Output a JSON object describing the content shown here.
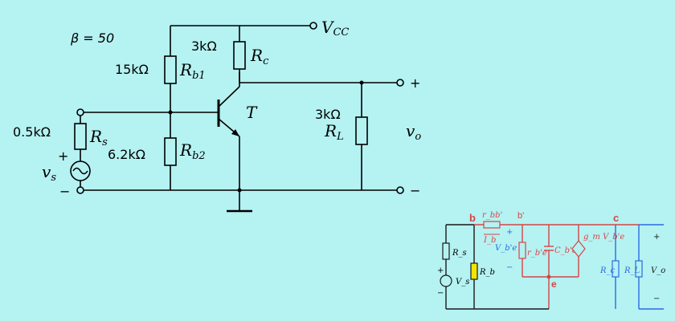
{
  "main_circuit": {
    "beta": "β = 50",
    "vcc_label": "V",
    "vcc_sub": "CC",
    "rc_value": "3kΩ",
    "rc_label": "R",
    "rc_sub": "c",
    "rb1_value": "15kΩ",
    "rb1_label": "R",
    "rb1_sub": "b1",
    "rb2_value": "6.2kΩ",
    "rb2_label": "R",
    "rb2_sub": "b2",
    "rs_value": "0.5kΩ",
    "rs_label": "R",
    "rs_sub": "s",
    "vs_label": "v",
    "vs_sub": "s",
    "vs_plus": "+",
    "vs_minus": "−",
    "transistor_label": "T",
    "rl_value": "3kΩ",
    "rl_label": "R",
    "rl_sub": "L",
    "out_plus": "+",
    "out_minus": "−",
    "vo_label": "v",
    "vo_sub": "o"
  },
  "equivalent_circuit": {
    "node_b": "b",
    "node_b_prime": "b'",
    "node_c": "c",
    "node_e": "e",
    "rbb": "r_bb'",
    "ib": "I_b",
    "vbe": "V_b'e",
    "rbe": "r_b'e",
    "cbe": "C_b'e",
    "gm": "g_m V_b'e",
    "rs": "R_s",
    "vs": "V_s",
    "rb": "R_b",
    "rc": "R_c",
    "rl": "R_L",
    "vo": "V_o",
    "plus": "+",
    "minus": "−"
  },
  "colors": {
    "background": "#b5f2f2",
    "red_path": "#d64545",
    "blue_path": "#2a6be0",
    "black_path": "#1a1a1a",
    "yellow_resistor": "#f2e600"
  }
}
